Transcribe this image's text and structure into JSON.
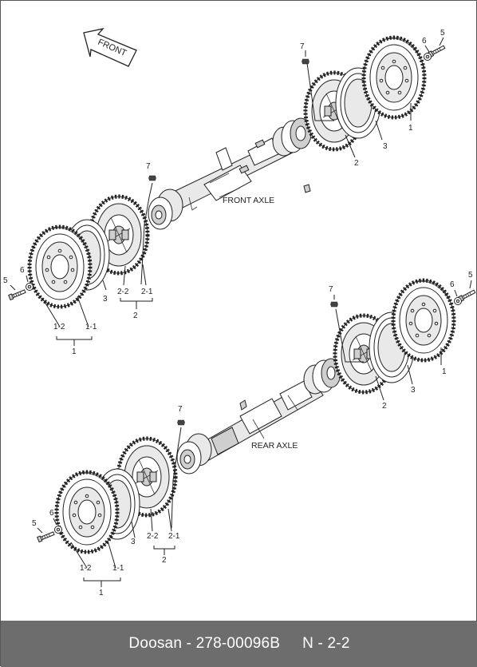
{
  "diagram": {
    "front_arrow_label": "FRONT",
    "front_axle_label": "FRONT AXLE",
    "rear_axle_label": "REAR AXLE",
    "callouts": {
      "p1": "1",
      "p1_1": "1-1",
      "p1_2": "1-2",
      "p2": "2",
      "p2_1": "2-1",
      "p2_2": "2-2",
      "p3": "3",
      "p5": "5",
      "p6": "6",
      "p7": "7"
    }
  },
  "footer": {
    "part_ref": "Doosan - 278-00096B",
    "page_ref": "N - 2-2"
  }
}
